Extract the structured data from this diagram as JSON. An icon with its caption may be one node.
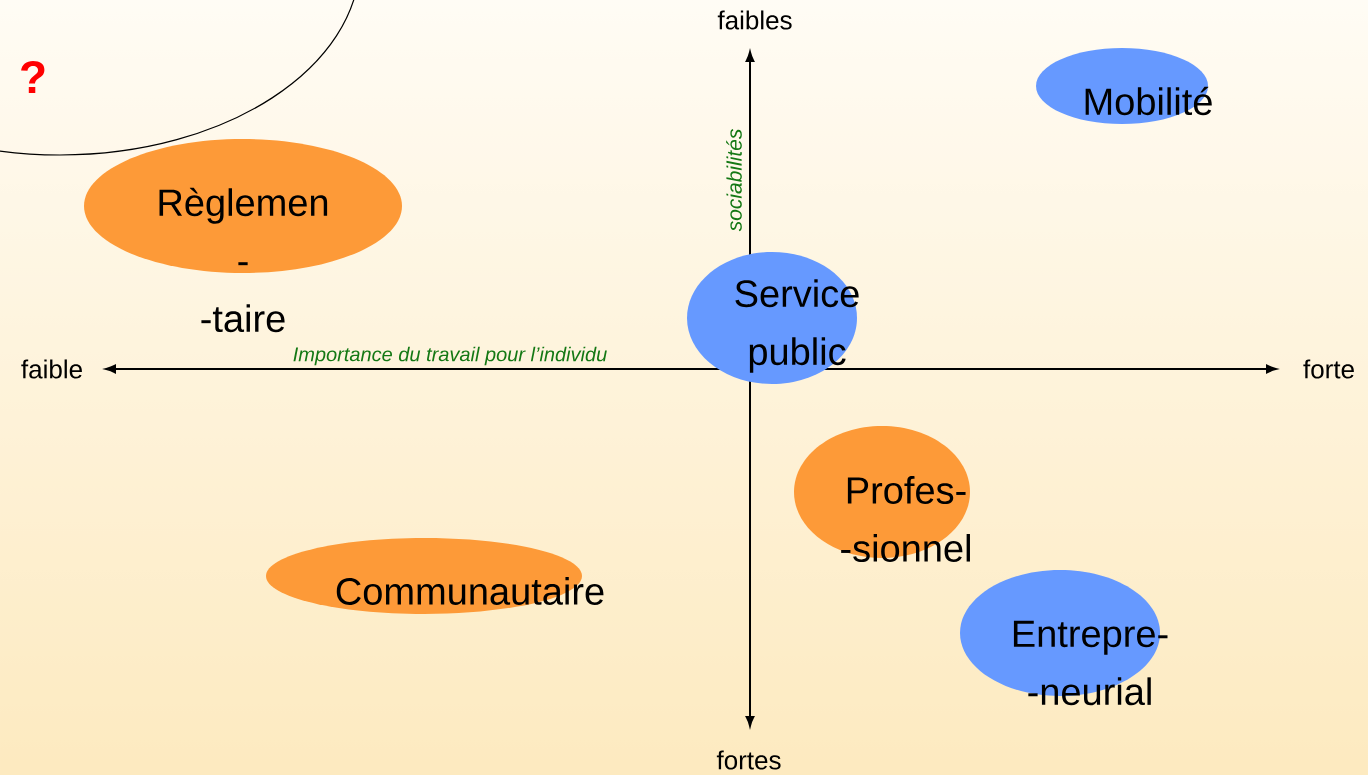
{
  "diagram": {
    "nodes": [
      {
        "text": [
          "?"
        ]
      },
      {
        "text": [
          "Mobilité"
        ]
      },
      {
        "text": [
          "Règlemen - -taire"
        ]
      },
      {
        "text": [
          "Service public"
        ]
      },
      {
        "text": [
          "Profes- -sionnel"
        ]
      },
      {
        "text": [
          "Communautaire"
        ]
      },
      {
        "text": [
          "Entrepre- -neurial"
        ]
      }
    ],
    "labels": [
      "faibles",
      "sociabilités",
      "faible",
      "Importance du travail pour l’individu",
      "forte",
      "fortes"
    ]
  }
}
